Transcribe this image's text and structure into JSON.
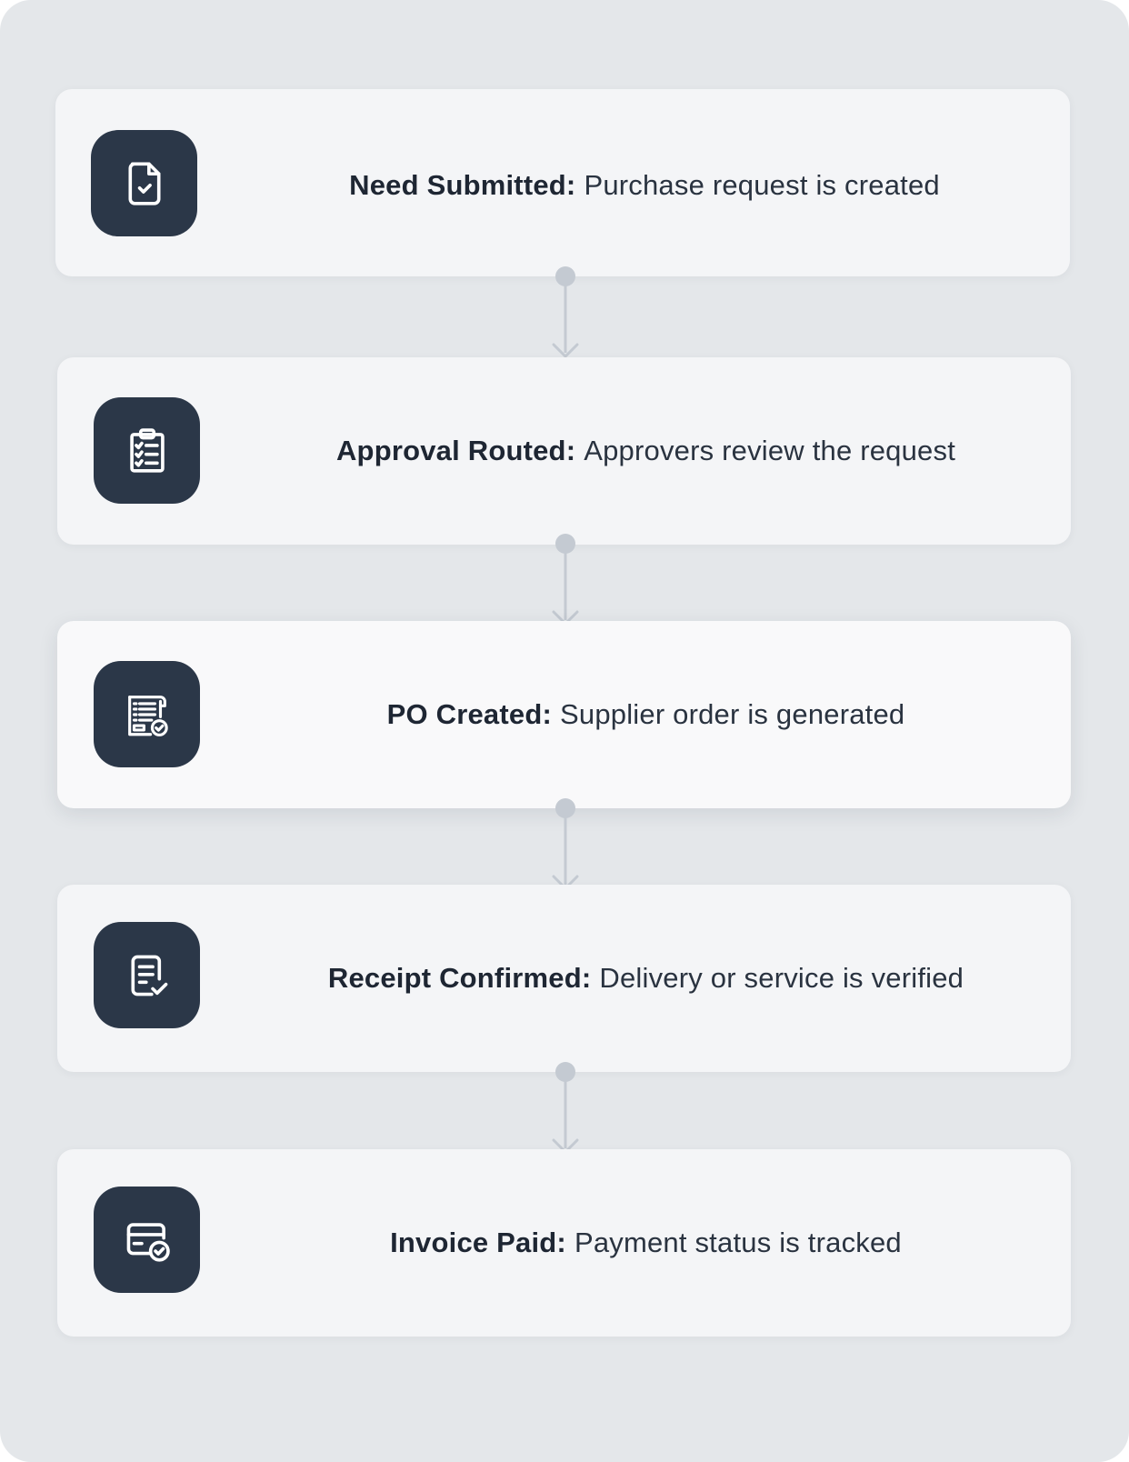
{
  "steps": [
    {
      "title": "Need Submitted:",
      "description": "Purchase request is created",
      "icon": "document-check-icon"
    },
    {
      "title": "Approval Routed:",
      "description": "Approvers review the request",
      "icon": "clipboard-checklist-icon"
    },
    {
      "title": "PO Created:",
      "description": "Supplier order is generated",
      "icon": "purchase-order-receipt-icon"
    },
    {
      "title": "Receipt Confirmed:",
      "description": "Delivery or service is verified",
      "icon": "receipt-check-icon"
    },
    {
      "title": "Invoice Paid:",
      "description": "Payment status is tracked",
      "icon": "payment-card-check-icon"
    }
  ],
  "colors": {
    "panel_background": "#e4e7ea",
    "card_background": "#f4f5f7",
    "icon_tile": "#2b3748",
    "connector": "#c4cad2",
    "text": "#1f2937"
  }
}
